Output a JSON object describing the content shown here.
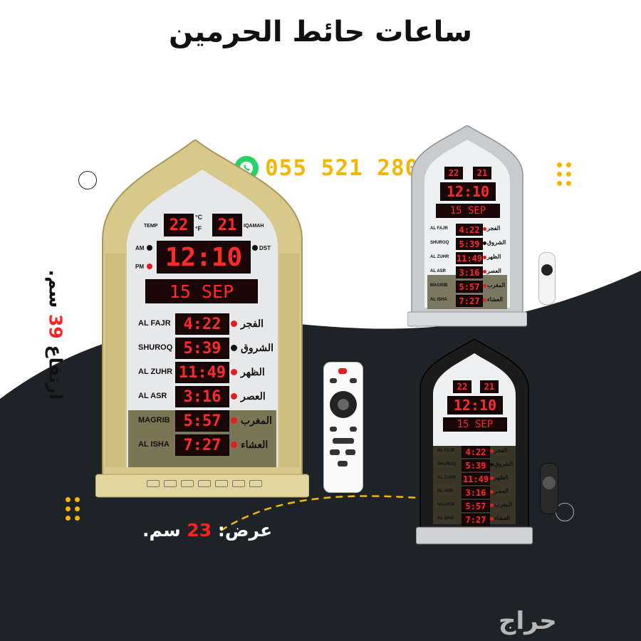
{
  "title": "ساعات حائط الحرمين",
  "phone": "055 521 2809",
  "height_label": {
    "prefix": "ارتفاع",
    "value": "39",
    "unit": "سم."
  },
  "width_label": {
    "prefix": "عرض:",
    "value": "23",
    "unit": "سم."
  },
  "watermark": "حراج",
  "clock": {
    "temp_c": "22",
    "iqama": "21",
    "temp_label": "TEMP",
    "iqama_label": "IQAMAH",
    "c_unit": "°C",
    "f_unit": "°F",
    "time": "12:10",
    "am": "AM",
    "pm": "PM",
    "dst": "DST",
    "date": "15 SEP",
    "prayers": [
      {
        "en": "AL FAJR",
        "ar": "الفجر",
        "time": "4:22"
      },
      {
        "en": "SHUROQ",
        "ar": "الشروق",
        "time": "5:39"
      },
      {
        "en": "AL ZUHR",
        "ar": "الظهر",
        "time": "11:49"
      },
      {
        "en": "AL ASR",
        "ar": "العصر",
        "time": "3:16"
      },
      {
        "en": "MAGRIB",
        "ar": "المغرب",
        "time": "5:57"
      },
      {
        "en": "AL ISHA",
        "ar": "العشاء",
        "time": "7:27"
      }
    ]
  },
  "colors": {
    "accent": "#f2b705",
    "dark_band": "#1e2328",
    "gold": "#d8c98a",
    "silver": "#c9cccf",
    "black_frame": "#1c1c1c",
    "led": "#ff2a2a"
  }
}
